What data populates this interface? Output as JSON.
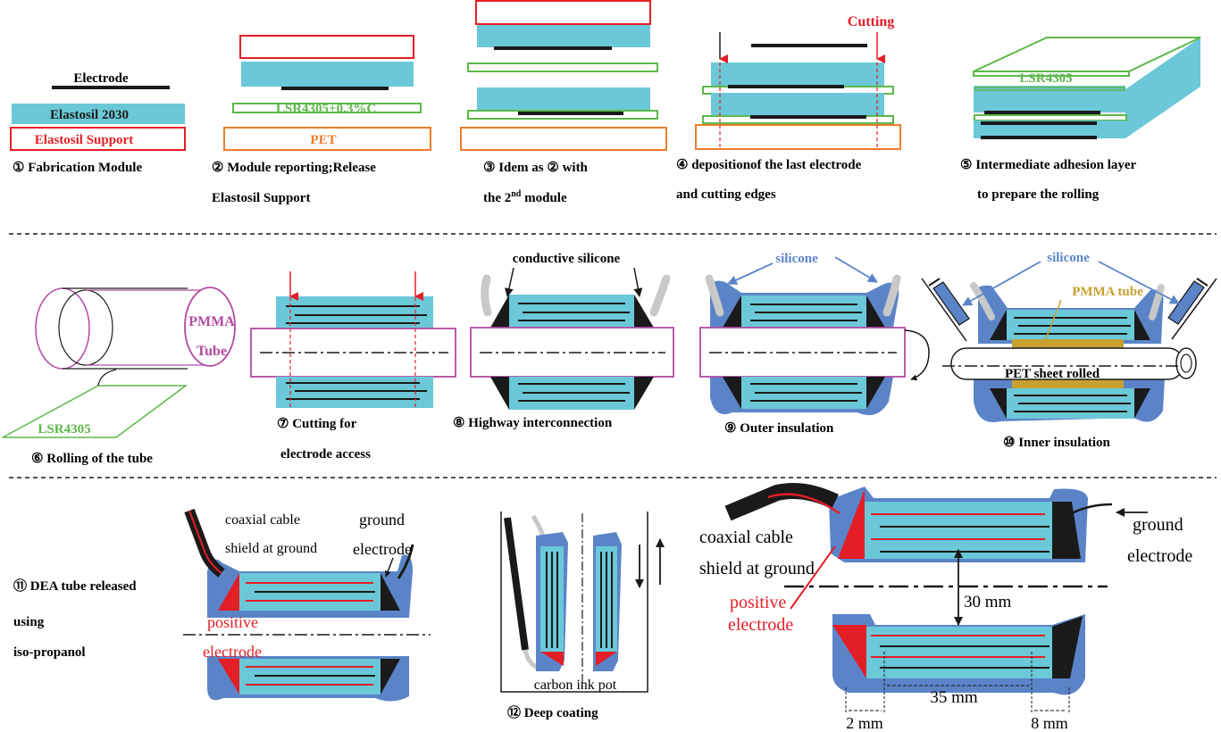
{
  "colors": {
    "cyan": "#6ac8d8",
    "red": "#e41e26",
    "green": "#5cb84a",
    "orange": "#ef7d2b",
    "magenta": "#b24aa2",
    "blue": "#5b84c8",
    "gold": "#c8a030",
    "black": "#1a1a1a",
    "grey": "#c8c8c8"
  },
  "row1": {
    "s1": {
      "electrode": "Electrode",
      "elastosil2030": "Elastosil 2030",
      "support": "Elastosil Support",
      "caption": "①  Fabrication Module"
    },
    "s2": {
      "lsr": "LSR4305+0.3%C",
      "pet": "PET",
      "caption_line1": "②  Module reporting;Release",
      "caption_line2": "Elastosil Support"
    },
    "s3": {
      "caption_line1": "③  Idem as ②  with",
      "caption_line2_pre": "the 2",
      "caption_line2_sup": "nd",
      "caption_line2_post": " module"
    },
    "s4": {
      "cutting": "Cutting",
      "caption_line1": "④  depositionof the last electrode",
      "caption_line2": "and cutting edges"
    },
    "s5": {
      "lsr": "LSR4305",
      "caption_line1": "⑤  Intermediate adhesion layer",
      "caption_line2": "to prepare the rolling"
    }
  },
  "row2": {
    "s6": {
      "pmma": "PMMA",
      "tube": "Tube",
      "lsr": "LSR4305",
      "caption": "⑥  Rolling of the tube"
    },
    "s7": {
      "caption_line1": "⑦  Cutting for",
      "caption_line2": "electrode access"
    },
    "s8": {
      "label": "conductive silicone",
      "caption": "⑧  Highway interconnection"
    },
    "s9": {
      "label": "silicone",
      "caption": "⑨  Outer insulation"
    },
    "s10": {
      "label": "silicone",
      "pmma": "PMMA tube",
      "pet": "PET sheet rolled",
      "caption": "⑩  Inner insulation"
    }
  },
  "row3": {
    "s11": {
      "caption_line1": "⑪ DEA tube released",
      "caption_line2": "using",
      "caption_line3": "iso-propanol",
      "coax1": "coaxial cable",
      "coax2": "shield at ground",
      "ground1": "ground",
      "ground2": "electrode",
      "pos1": "positive",
      "pos2": "electrode"
    },
    "s12": {
      "pot": "carbon ink pot",
      "caption": "⑫ Deep coating"
    },
    "big": {
      "coax1": "coaxial cable",
      "coax2": "shield at ground",
      "ground1": "ground",
      "ground2": "electrode",
      "pos1": "positive",
      "pos2": "electrode",
      "d30": "30 mm",
      "d35": "35 mm",
      "d2": "2 mm",
      "d8": "8 mm"
    }
  }
}
